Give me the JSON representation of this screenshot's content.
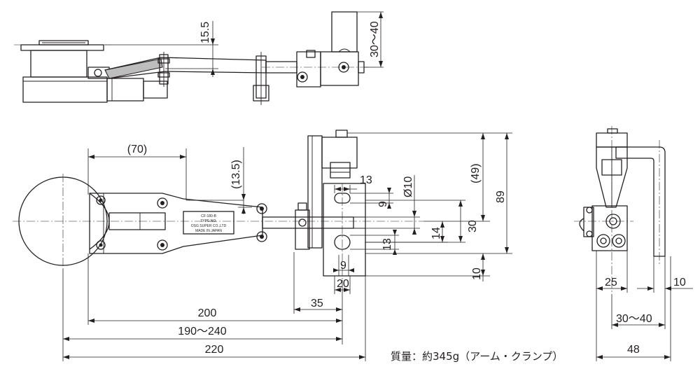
{
  "dimensions": {
    "top_offset": "15.5",
    "top_handle_range": "30～40",
    "arm_length_ref": "(70)",
    "arm_offset_ref": "(13.5)",
    "slot_13_upper": "13",
    "slot_9_upper": "9",
    "hole_dia": "Ø10",
    "height_ref_49": "(49)",
    "height_89": "89",
    "height_30": "30",
    "height_14": "14",
    "slot_13_lower": "13",
    "height_10": "10",
    "width_9": "9",
    "width_20": "20",
    "width_35": "35",
    "len_200": "200",
    "len_range": "190～240",
    "len_220": "220",
    "side_25": "25",
    "side_10": "10",
    "side_range": "30～40",
    "side_48": "48"
  },
  "nameplate": [
    "CF-180-B",
    "TYPE NO.",
    "OSG SUPER CO.,LTD",
    "MADE IN JAPAN"
  ],
  "weight_note": "質量：約345g（アーム・クランプ）"
}
